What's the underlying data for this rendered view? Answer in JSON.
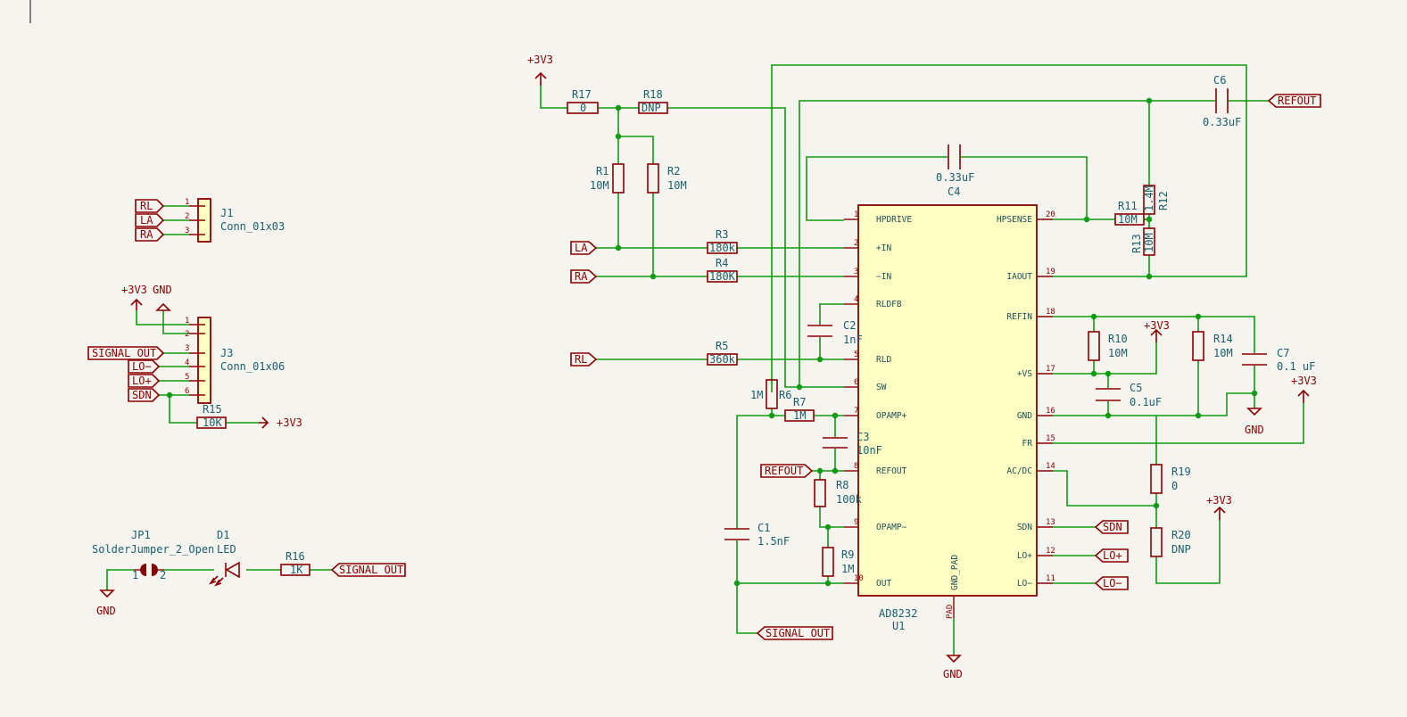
{
  "power": {
    "v33": "+3V3",
    "gnd": "GND"
  },
  "net_labels": {
    "ra": "RA",
    "la": "LA",
    "rl": "RL",
    "refout": "REFOUT",
    "signal_out": "SIGNAL_OUT",
    "sdn": "SDN",
    "lo_plus": "LO+",
    "lo_minus": "LO−"
  },
  "components": {
    "r1": {
      "ref": "R1",
      "value": "10M"
    },
    "r2": {
      "ref": "R2",
      "value": "10M"
    },
    "r3": {
      "ref": "R3",
      "value": "180k"
    },
    "r4": {
      "ref": "R4",
      "value": "180K"
    },
    "r5": {
      "ref": "R5",
      "value": "360k"
    },
    "r6": {
      "ref": "R6",
      "value": "1M"
    },
    "r7": {
      "ref": "R7",
      "value": "1M"
    },
    "r8": {
      "ref": "R8",
      "value": "100k"
    },
    "r9": {
      "ref": "R9",
      "value": "1M"
    },
    "r10": {
      "ref": "R10",
      "value": "10M"
    },
    "r11": {
      "ref": "R11",
      "value": "10M"
    },
    "r12": {
      "ref": "R12",
      "value": "1.4M"
    },
    "r13": {
      "ref": "R13",
      "value": "10M"
    },
    "r14": {
      "ref": "R14",
      "value": "10M"
    },
    "r15": {
      "ref": "R15",
      "value": "10K"
    },
    "r16": {
      "ref": "R16",
      "value": "1K"
    },
    "r17": {
      "ref": "R17",
      "value": "0"
    },
    "r18": {
      "ref": "R18",
      "value": "DNP"
    },
    "r19": {
      "ref": "R19",
      "value": "0"
    },
    "r20": {
      "ref": "R20",
      "value": "DNP"
    },
    "c1": {
      "ref": "C1",
      "value": "1.5nF"
    },
    "c2": {
      "ref": "C2",
      "value": "1nF"
    },
    "c3": {
      "ref": "C3",
      "value": "10nF"
    },
    "c4": {
      "ref": "C4",
      "value": "0.33uF"
    },
    "c5": {
      "ref": "C5",
      "value": "0.1uF"
    },
    "c6": {
      "ref": "C6",
      "value": "0.33uF"
    },
    "c7": {
      "ref": "C7",
      "value": "0.1 uF"
    },
    "d1": {
      "ref": "D1",
      "value": "LED"
    },
    "jp1": {
      "ref": "JP1",
      "value": "SolderJumper_2_Open",
      "pin1": "1",
      "pin2": "2"
    },
    "j1": {
      "ref": "J1",
      "value": "Conn_01x03",
      "pins": [
        "1",
        "2",
        "3"
      ]
    },
    "j3": {
      "ref": "J3",
      "value": "Conn_01x06",
      "pins": [
        "1",
        "2",
        "3",
        "4",
        "5",
        "6"
      ]
    },
    "u1": {
      "ref": "U1",
      "value": "AD8232",
      "pad_label": "PAD"
    }
  },
  "ic_pins": {
    "left": [
      {
        "num": "1",
        "name": "HPDRIVE"
      },
      {
        "num": "2",
        "name": "+IN"
      },
      {
        "num": "3",
        "name": "−IN"
      },
      {
        "num": "4",
        "name": "RLDFB"
      },
      {
        "num": "5",
        "name": "RLD"
      },
      {
        "num": "6",
        "name": "SW"
      },
      {
        "num": "7",
        "name": "OPAMP+"
      },
      {
        "num": "8",
        "name": "REFOUT"
      },
      {
        "num": "9",
        "name": "OPAMP−"
      },
      {
        "num": "10",
        "name": "OUT"
      }
    ],
    "right": [
      {
        "num": "20",
        "name": "HPSENSE"
      },
      {
        "num": "19",
        "name": "IAOUT"
      },
      {
        "num": "18",
        "name": "REFIN"
      },
      {
        "num": "17",
        "name": "+VS"
      },
      {
        "num": "16",
        "name": "GND"
      },
      {
        "num": "15",
        "name": "FR"
      },
      {
        "num": "14",
        "name": "AC/DC"
      },
      {
        "num": "13",
        "name": "SDN"
      },
      {
        "num": "12",
        "name": "LO+"
      },
      {
        "num": "11",
        "name": "LO−"
      }
    ],
    "bottom": {
      "name": "GND_PAD"
    }
  }
}
